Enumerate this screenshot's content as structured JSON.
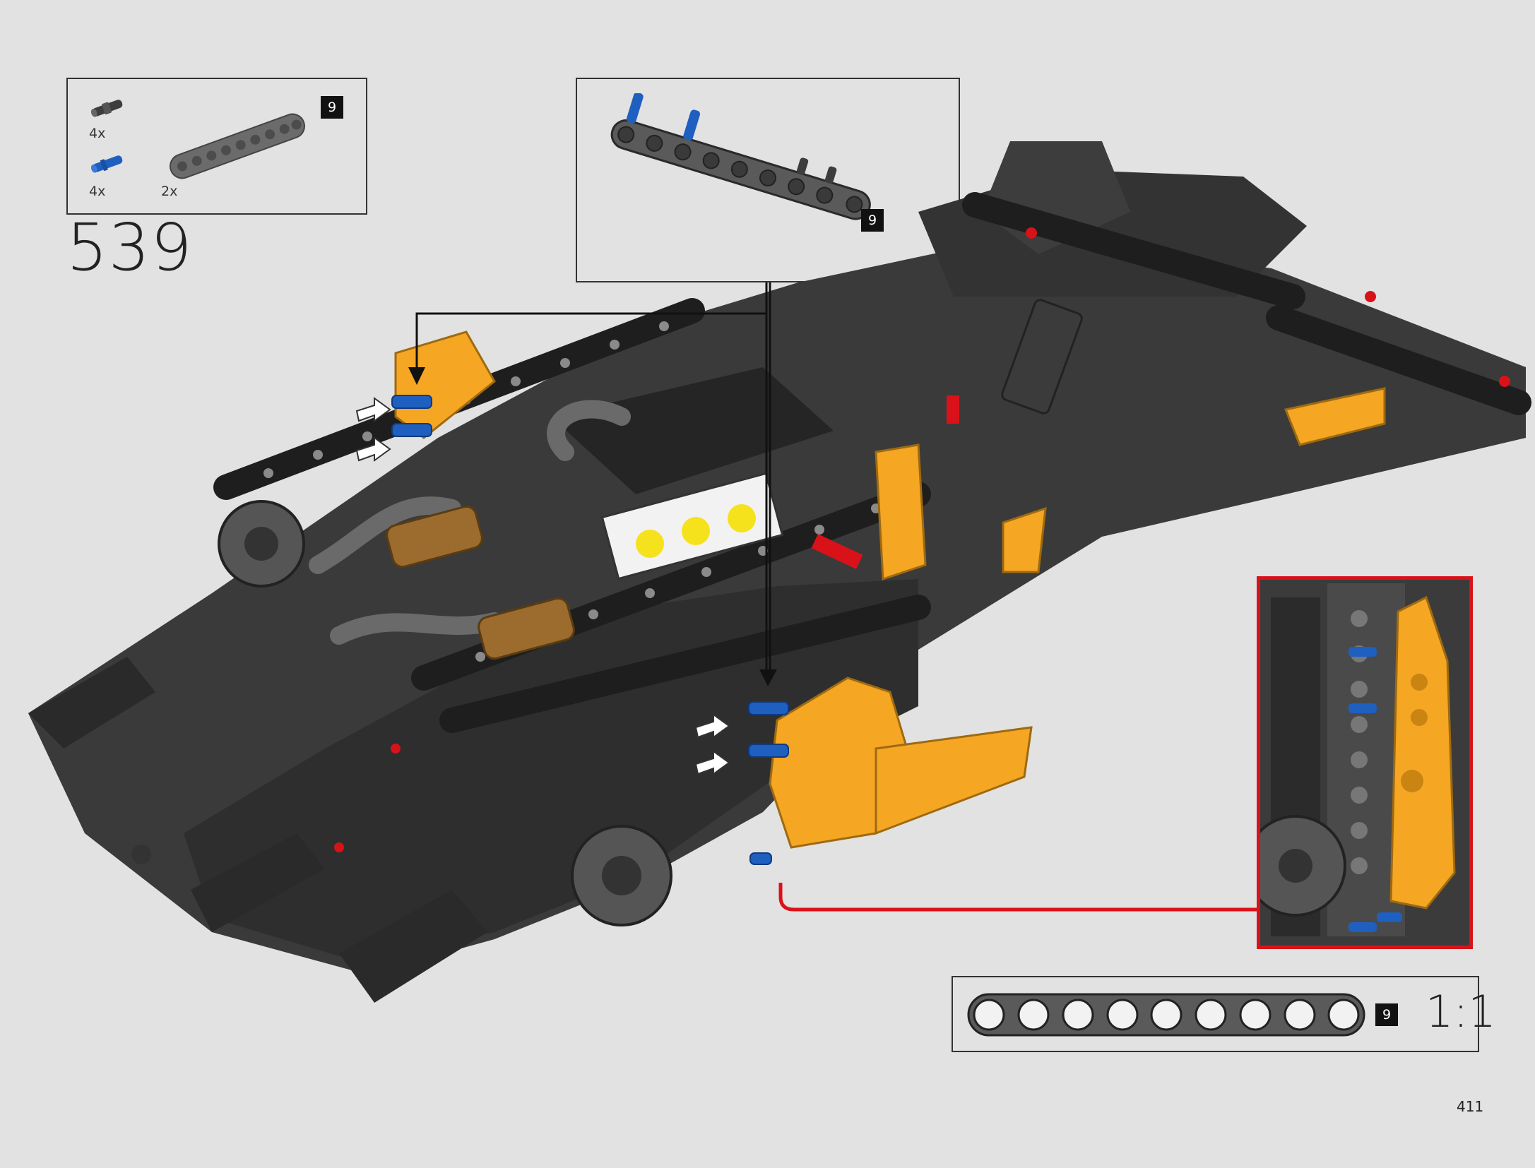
{
  "step": {
    "number": "539"
  },
  "parts_list": [
    {
      "name": "pin-with-bush",
      "color": "#3d3d3d",
      "quantity": "4x"
    },
    {
      "name": "blue-axle-pin",
      "color": "#1f5fbf",
      "quantity": "4x"
    },
    {
      "name": "liftarm-9",
      "color": "#6b6b6b",
      "quantity": "2x",
      "length_label": "9"
    }
  ],
  "subassembly": {
    "length_label": "9"
  },
  "scale_ref": {
    "length_label": "9",
    "scale_text": "1:1"
  },
  "colors": {
    "accent_red": "#d9121a",
    "dark": "#2e2e2e",
    "orange": "#f5a623",
    "blue": "#1f5fbf"
  },
  "page": {
    "number": "411"
  }
}
